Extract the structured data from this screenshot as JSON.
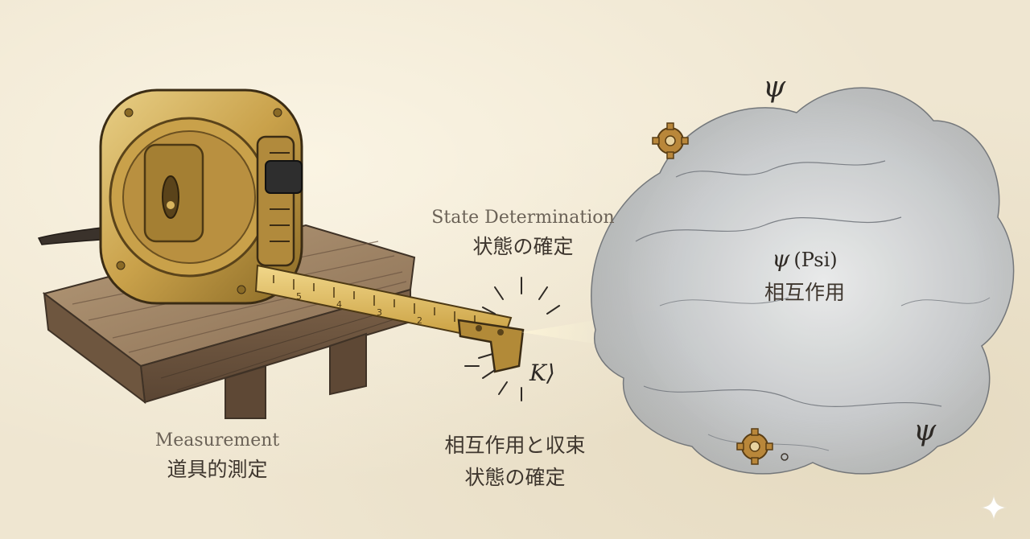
{
  "labels": {
    "measurement_en": "Measurement",
    "measurement_jp": "道具的測定",
    "state_en": "State Determination",
    "state_jp": "状態の確定",
    "interaction_line1": "相互作用と収束",
    "interaction_line2": "状態の確定",
    "psi_symbol": "ψ",
    "psi_rest": "(Psi)",
    "psi_jp": "相互作用",
    "ket": "K⟩"
  },
  "floating_symbols": [
    "ψ",
    "ψ"
  ],
  "icons": [
    "tape-measure-icon",
    "gear-icon",
    "gear-icon",
    "sparkle-icon"
  ],
  "colors": {
    "paper": "#efe6d1",
    "brass": "#c9a14a",
    "brass_dark": "#8a6a26",
    "wood": "#8a6f54",
    "cloud": "#b9bcc0",
    "ink": "#3e362e"
  }
}
